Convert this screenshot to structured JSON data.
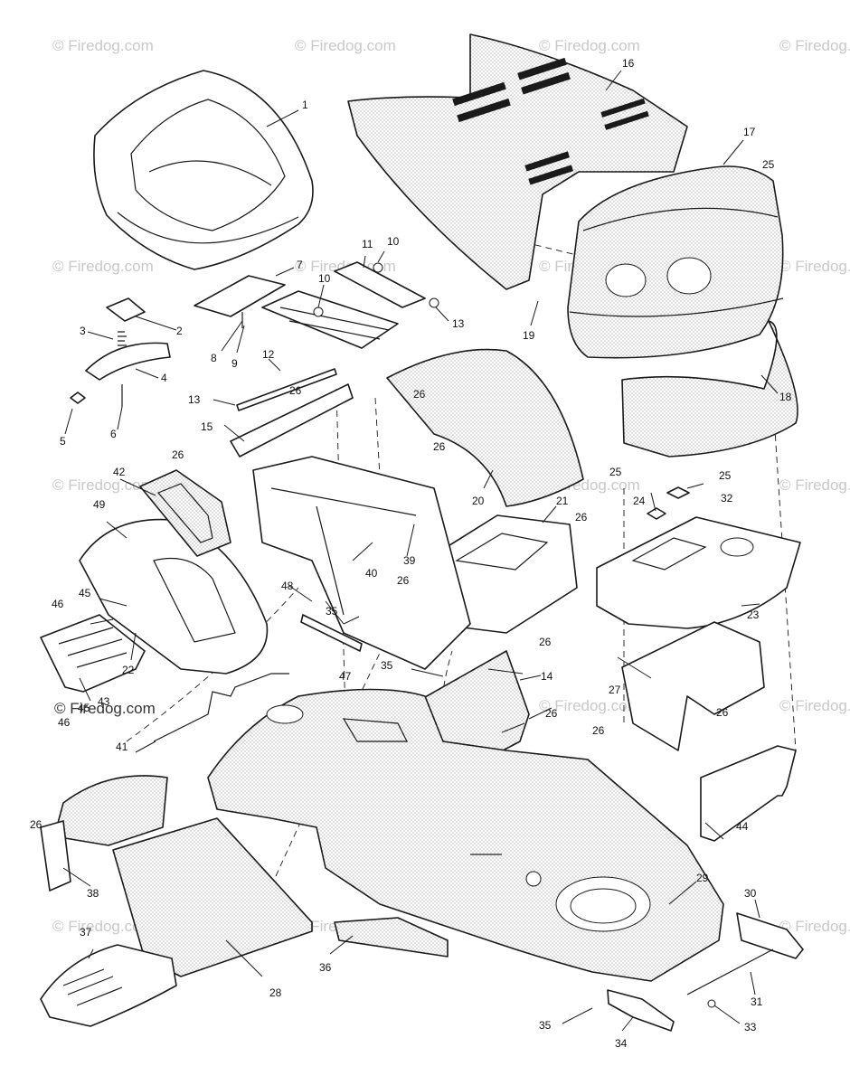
{
  "watermark": {
    "text": "© Firedog.com",
    "light_color": "#c9c9c9",
    "dark_color": "#333333"
  },
  "callouts": {
    "c1": "1",
    "c2": "2",
    "c3": "3",
    "c4": "4",
    "c5": "5",
    "c6": "6",
    "c7": "7",
    "c8": "8",
    "c9": "9",
    "c10a": "10",
    "c10b": "10",
    "c11": "11",
    "c12": "12",
    "c13a": "13",
    "c13b": "13",
    "c14": "14",
    "c15": "15",
    "c16": "16",
    "c17": "17",
    "c18": "18",
    "c19": "19",
    "c20": "20",
    "c21": "21",
    "c22": "22",
    "c23": "23",
    "c24": "24",
    "c25a": "25",
    "c25b": "25",
    "c25c": "25",
    "c26a": "26",
    "c26b": "26",
    "c26c": "26",
    "c26d": "26",
    "c26e": "26",
    "c26f": "26",
    "c26g": "26",
    "c26h": "26",
    "c26i": "26",
    "c26j": "26",
    "c26k": "26",
    "c27": "27",
    "c28": "28",
    "c29": "29",
    "c30": "30",
    "c31": "31",
    "c32": "32",
    "c33": "33",
    "c34": "34",
    "c35a": "35",
    "c35b": "35",
    "c35c": "35",
    "c36": "36",
    "c37": "37",
    "c38": "38",
    "c39": "39",
    "c40": "40",
    "c41": "41",
    "c42": "42",
    "c43": "43",
    "c44": "44",
    "c45a": "45",
    "c45b": "45",
    "c46a": "46",
    "c46b": "46",
    "c47": "47",
    "c48": "48",
    "c49": "49"
  }
}
